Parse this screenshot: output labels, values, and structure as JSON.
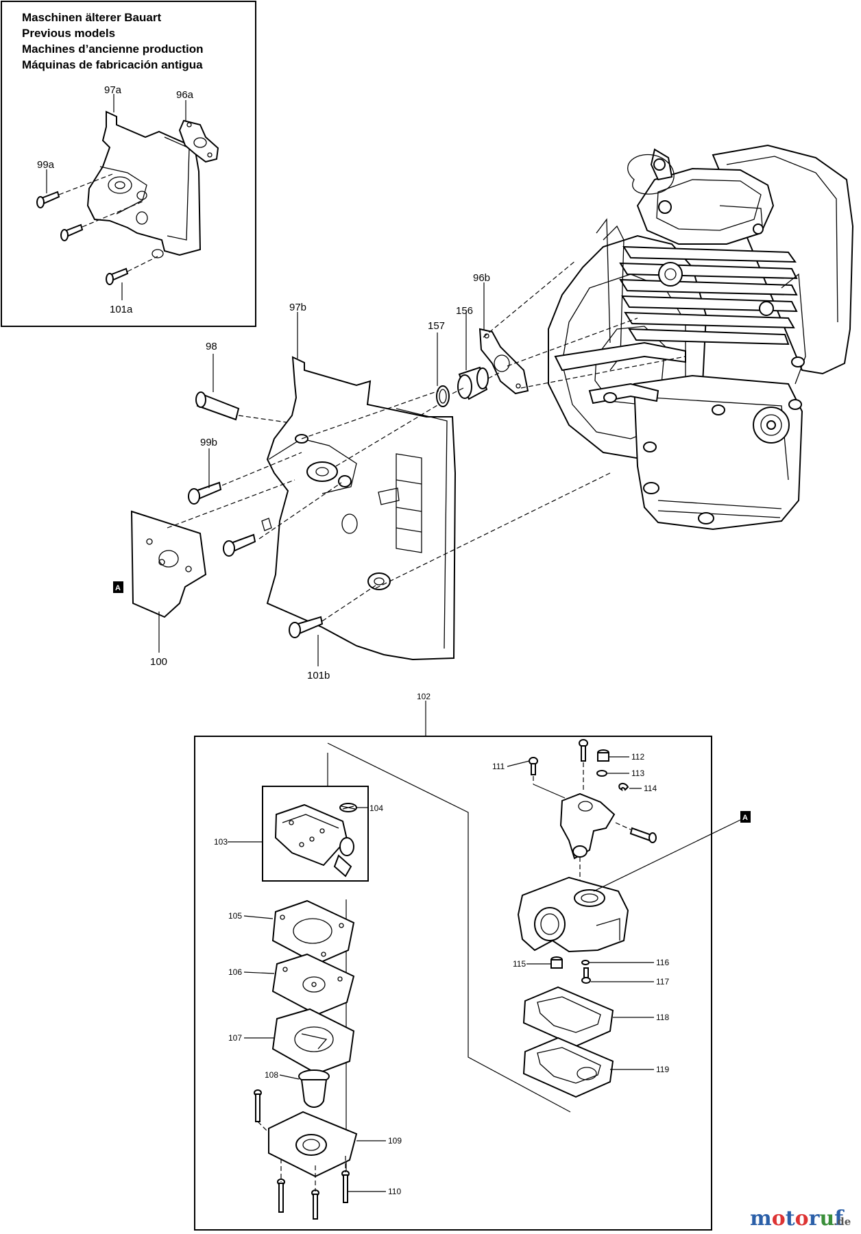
{
  "inset": {
    "titles": [
      "Maschinen älterer Bauart",
      "Previous models",
      "Machines d’ancienne production",
      "Máquinas de fabricación antigua"
    ]
  },
  "labels": {
    "p97a": "97a",
    "p96a": "96a",
    "p99a": "99a",
    "p101a": "101a",
    "p97b": "97b",
    "p98": "98",
    "p99b": "99b",
    "p100": "100",
    "p101b": "101b",
    "p157": "157",
    "p156": "156",
    "p96b": "96b",
    "p102": "102",
    "p103": "103",
    "p104": "104",
    "p105": "105",
    "p106": "106",
    "p107": "107",
    "p108": "108",
    "p109": "109",
    "p110": "110",
    "p111": "111",
    "p112": "112",
    "p113": "113",
    "p114": "114",
    "p115": "115",
    "p116": "116",
    "p117": "117",
    "p118": "118",
    "p119": "119"
  },
  "markers": {
    "a": "A"
  },
  "watermark": {
    "name": "motoruf",
    "suffix": ".de"
  },
  "colors": {
    "line": "#000000",
    "background": "#ffffff"
  }
}
